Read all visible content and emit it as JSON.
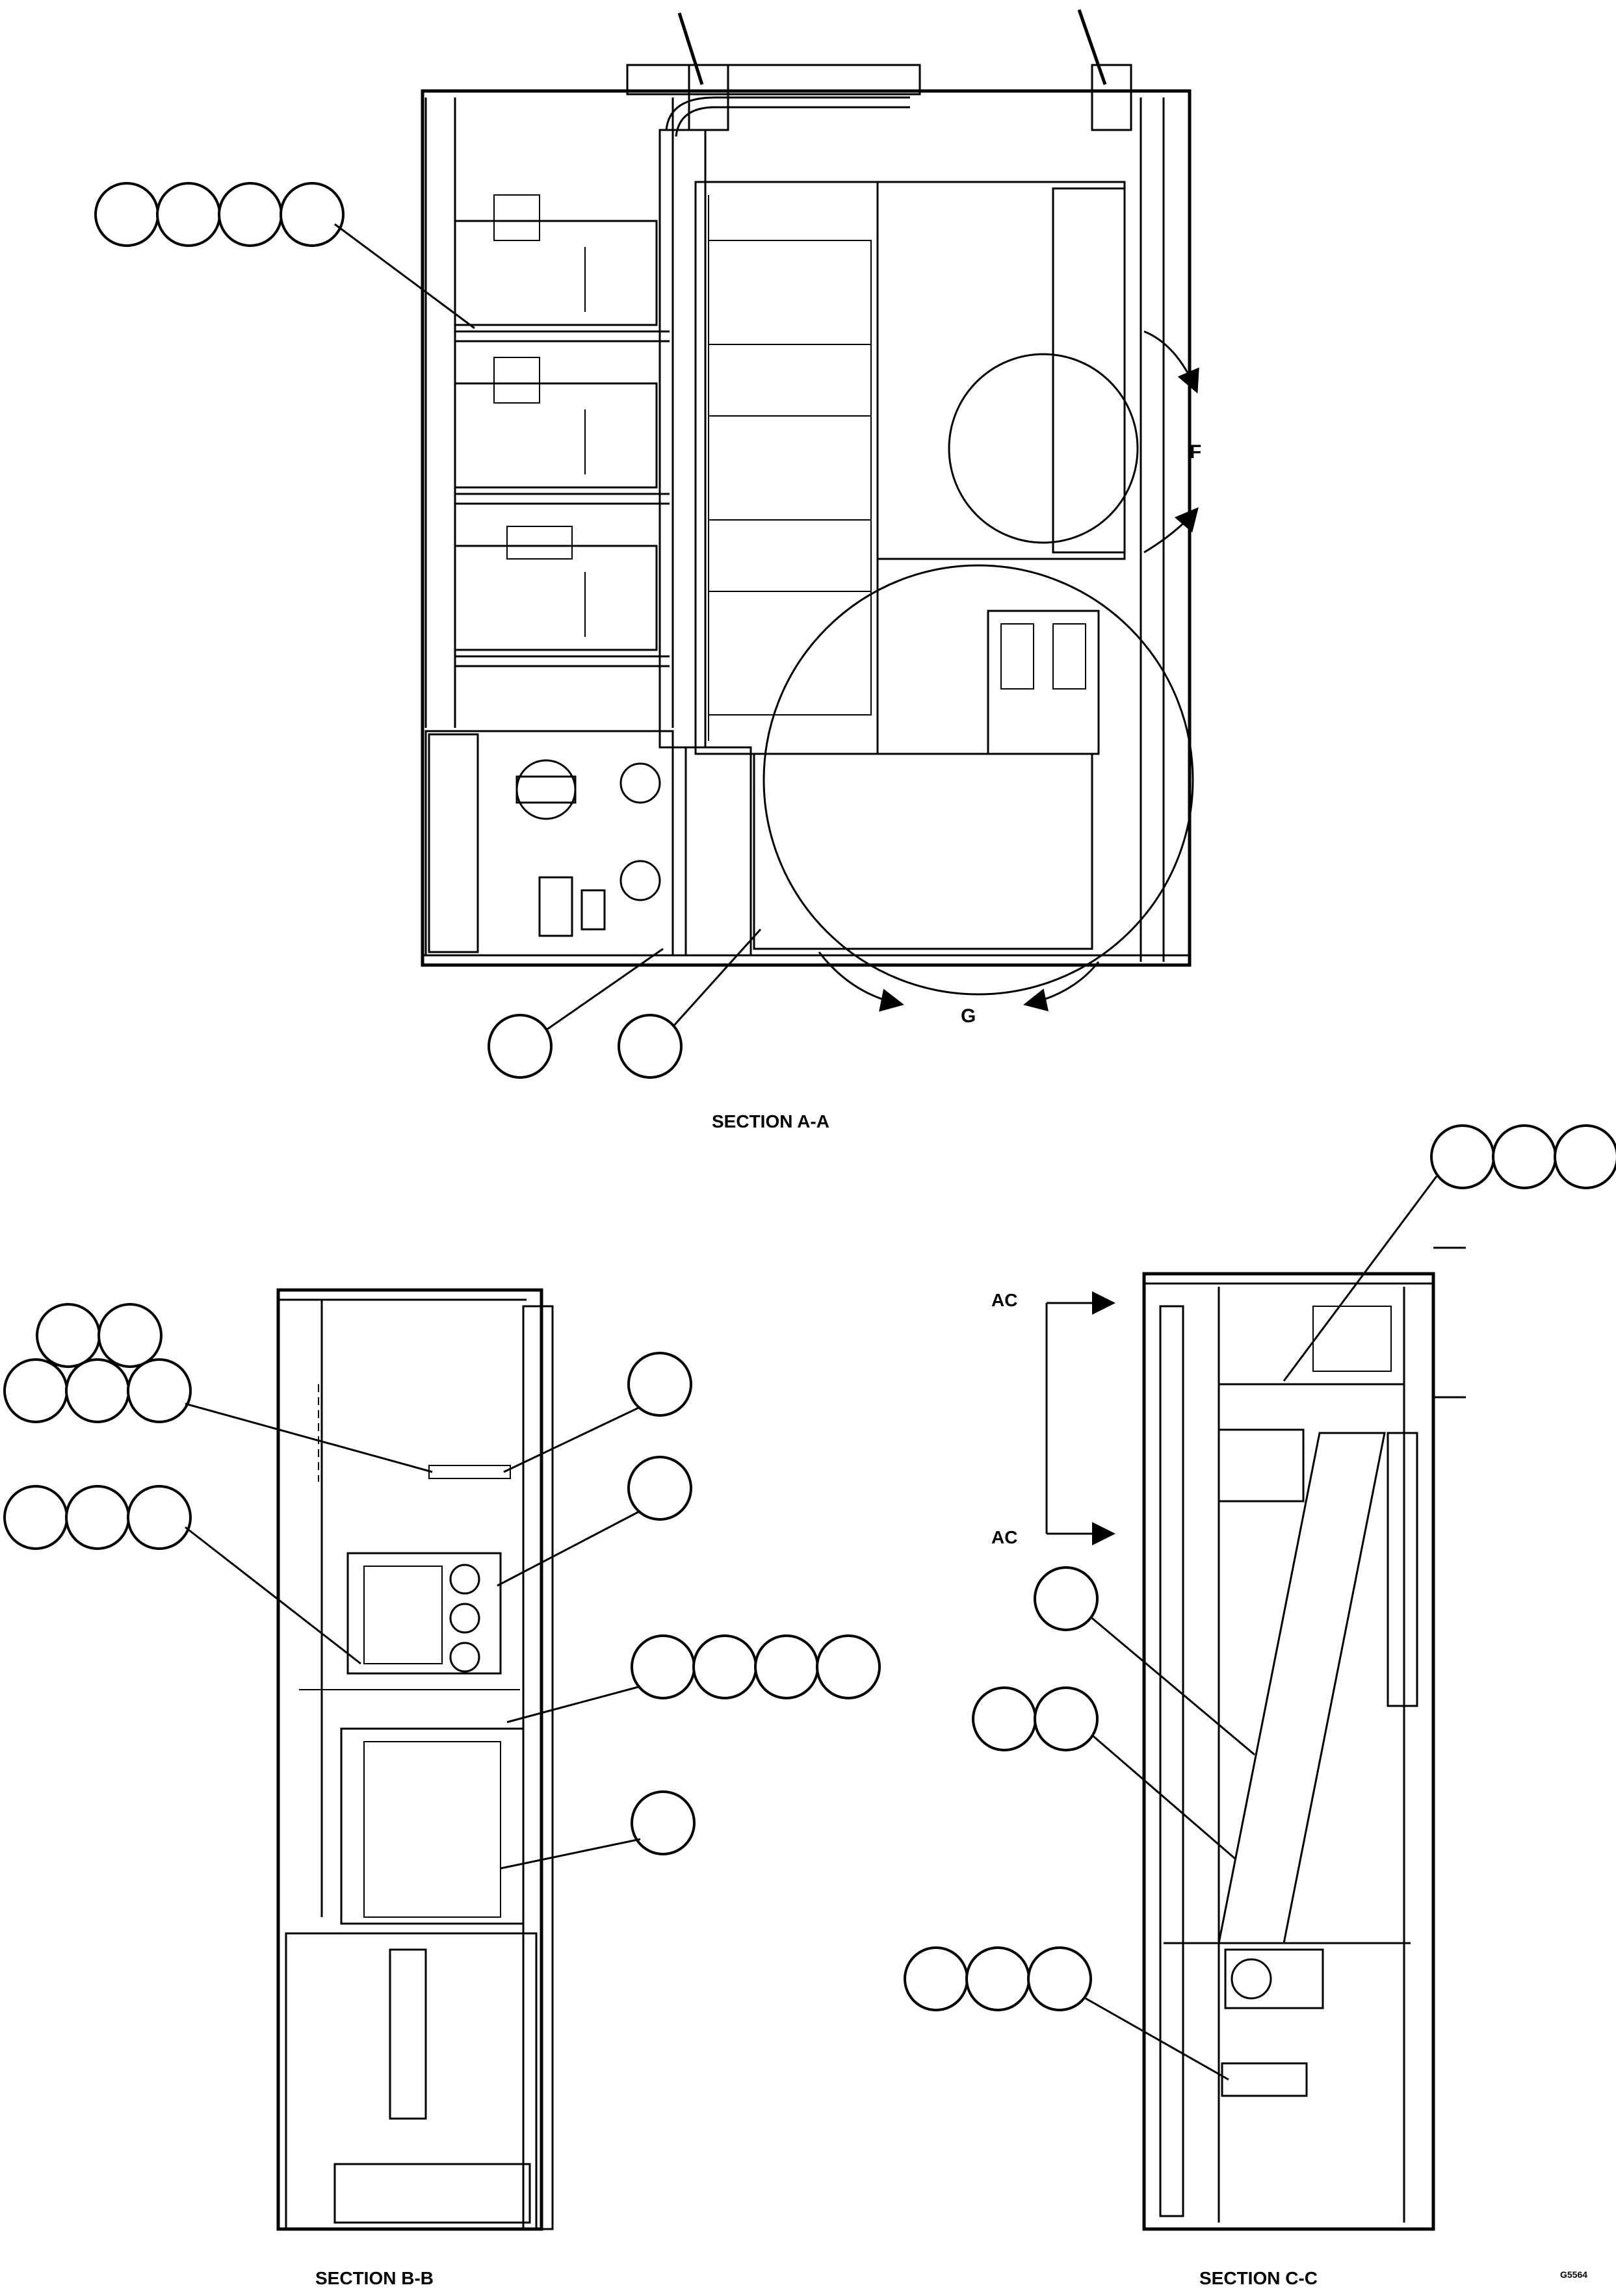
{
  "drawing": {
    "sheet_id": "G5564",
    "views": {
      "section_aa": {
        "title": "SECTION A-A",
        "detail_f": "F",
        "detail_g": "G"
      },
      "section_bb": {
        "title": "SECTION B-B"
      },
      "section_cc": {
        "title": "SECTION C-C",
        "arrow_top": "AC",
        "arrow_bottom": "AC"
      }
    }
  }
}
